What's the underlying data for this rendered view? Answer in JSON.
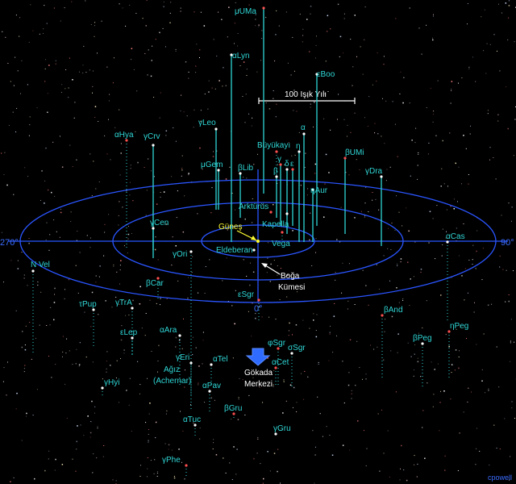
{
  "colors": {
    "background": "#000000",
    "orbit": "#2a55ff",
    "star_label": "#2fd6d6",
    "note_label": "#ffffff",
    "sun_label": "#ffff33",
    "stem": "#2fd6d6",
    "galactic_center_arrow": "#2f6bff"
  },
  "axis_labels": {
    "left": "270°",
    "right": "90°",
    "bottom": "0°"
  },
  "scale_bar": {
    "label": "100 Işık Yılı"
  },
  "credit": "cpowell",
  "notes": {
    "sun": "Güneş",
    "pleiades_line1": "Boğa",
    "pleiades_line2": "Kümesi",
    "gc_line1": "Gökada",
    "gc_line2": "Merkezi",
    "achernar_line1": "Ağız",
    "achernar_line2": "(Achernar)"
  },
  "stars": [
    {
      "name": "μUMa"
    },
    {
      "name": "αLyn"
    },
    {
      "name": "εBoo"
    },
    {
      "name": "αHya"
    },
    {
      "name": "γCrv"
    },
    {
      "name": "γLeo"
    },
    {
      "name": "Büyükayı"
    },
    {
      "name": "α"
    },
    {
      "name": "η"
    },
    {
      "name": "βUMi"
    },
    {
      "name": "μGem"
    },
    {
      "name": "βLib"
    },
    {
      "name": "γ"
    },
    {
      "name": "β"
    },
    {
      "name": "δ"
    },
    {
      "name": "ε"
    },
    {
      "name": "γDra"
    },
    {
      "name": "ηAur"
    },
    {
      "name": "Arktürüs"
    },
    {
      "name": "Kapella"
    },
    {
      "name": "γCen"
    },
    {
      "name": "Vega"
    },
    {
      "name": "Eldeberan"
    },
    {
      "name": "γOri"
    },
    {
      "name": "βCar"
    },
    {
      "name": "αCas"
    },
    {
      "name": "N Vel"
    },
    {
      "name": "εSgr"
    },
    {
      "name": "τPup"
    },
    {
      "name": "γTrA"
    },
    {
      "name": "βAnd"
    },
    {
      "name": "εLep"
    },
    {
      "name": "αAra"
    },
    {
      "name": "φSgr"
    },
    {
      "name": "σSgr"
    },
    {
      "name": "βPeg"
    },
    {
      "name": "ηPeg"
    },
    {
      "name": "γEri"
    },
    {
      "name": "αTel"
    },
    {
      "name": "αCet"
    },
    {
      "name": "γHyi"
    },
    {
      "name": "αPav"
    },
    {
      "name": "βGru"
    },
    {
      "name": "αTuc"
    },
    {
      "name": "γGru"
    },
    {
      "name": "γPhe"
    }
  ]
}
